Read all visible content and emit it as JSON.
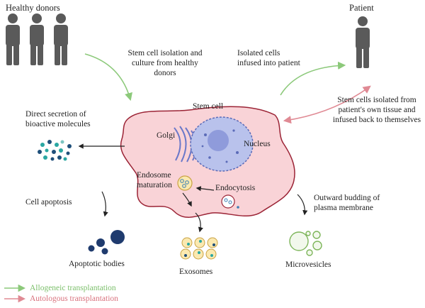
{
  "labels": {
    "healthy_donors": "Healthy donors",
    "patient": "Patient",
    "stem_cell": "Stem cell",
    "golgi": "Golgi",
    "nucleus": "Nucleus",
    "endosome_maturation_1": "Endosome",
    "endosome_maturation_2": "maturation",
    "endocytosis": "Endocytosis",
    "isolation_1": "Stem cell isolation and",
    "isolation_2": "culture from healthy",
    "isolation_3": "donors",
    "infused_1": "Isolated cells",
    "infused_2": "infused into patient",
    "autologous_1": "Stem cells isolated from",
    "autologous_2": "patient's own tissue and",
    "autologous_3": "infused back to themselves",
    "direct_secretion_1": "Direct secretion of",
    "direct_secretion_2": "bioactive molecules",
    "cell_apoptosis": "Cell apoptosis",
    "apoptotic_bodies": "Apoptotic bodies",
    "exosomes": "Exosomes",
    "budding_1": "Outward budding of",
    "budding_2": "plasma membrane",
    "microvesicles": "Microvesicles"
  },
  "legend": {
    "allogeneic": "Allogeneic transplantation",
    "autologous": "Autologous transplantation"
  },
  "colors": {
    "allogeneic": "#8cc97a",
    "autologous": "#e08a94",
    "cell_fill": "#f9d3d7",
    "cell_stroke": "#9b2335",
    "nucleus": "#b9c2ec",
    "person": "#5a5a5a",
    "apoptotic": "#1f3b6e",
    "secretion_teal": "#2aa7a2",
    "secretion_navy": "#1e4f7a",
    "microvesicle": "#7db55a"
  }
}
